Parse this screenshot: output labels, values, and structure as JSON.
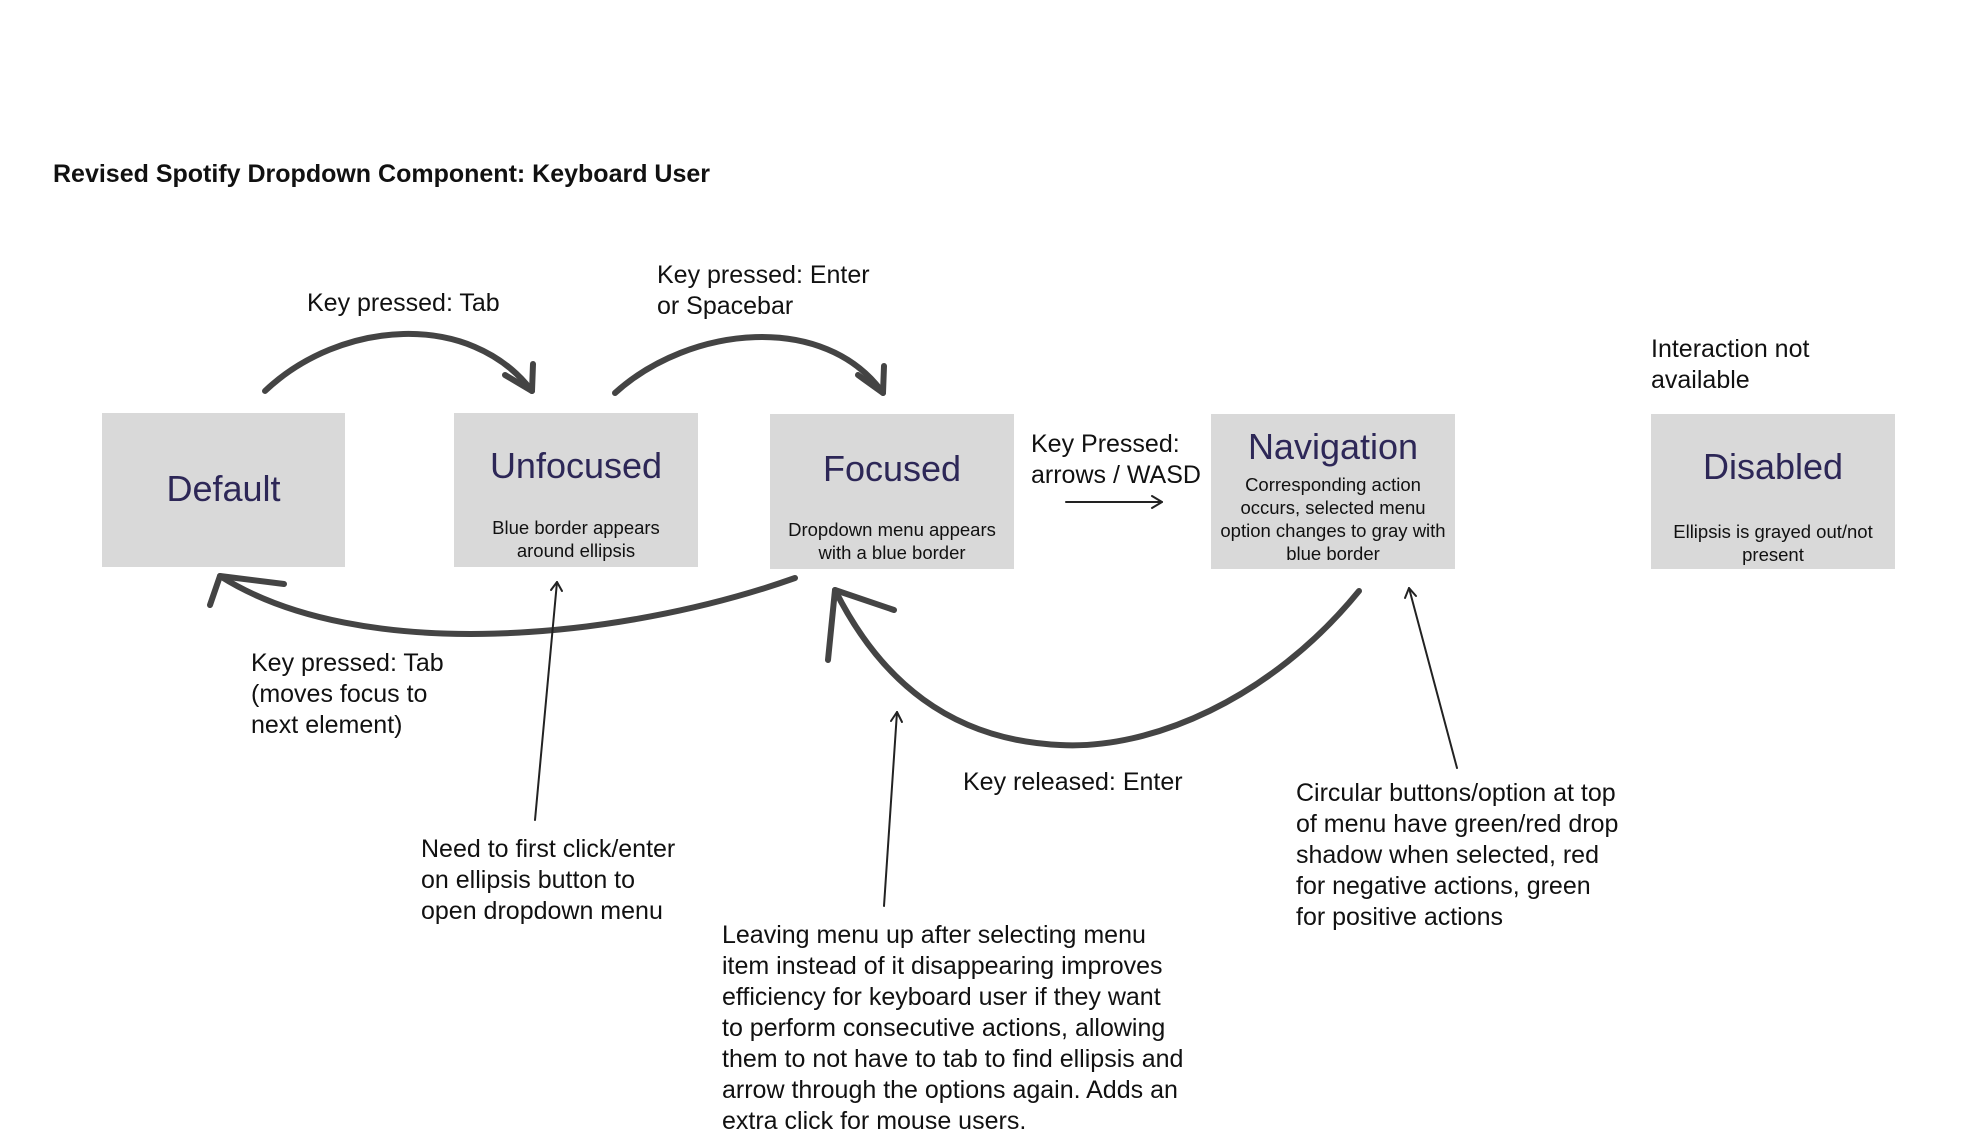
{
  "title": "Revised Spotify Dropdown Component: Keyboard User",
  "states": {
    "default": {
      "name": "Default"
    },
    "unfocused": {
      "name": "Unfocused",
      "desc": "Blue border appears\naround ellipsis"
    },
    "focused": {
      "name": "Focused",
      "desc": "Dropdown menu appears\nwith a blue border"
    },
    "navigation": {
      "name": "Navigation",
      "desc": "Corresponding action\noccurs, selected menu\noption changes to gray with\nblue border"
    },
    "disabled": {
      "name": "Disabled",
      "desc": "Ellipsis is grayed out/not\npresent"
    }
  },
  "transitions": {
    "tab": "Key pressed: Tab",
    "enter_space": "Key pressed: Enter\nor Spacebar",
    "arrows": "Key Pressed:\narrows / WASD",
    "tab_next": "Key pressed: Tab\n(moves focus to\nnext element)",
    "released_enter": "Key released: Enter",
    "not_available": "Interaction not\navailable"
  },
  "notes": {
    "ellipsis": "Need to first click/enter\non ellipsis button to\nopen dropdown menu",
    "leaving_menu": "Leaving menu up after selecting menu\nitem instead of it disappearing improves\nefficiency for keyboard user if they want\nto perform consecutive actions, allowing\nthem to not have to tab to find ellipsis and\narrow through the options again. Adds an\nextra click for mouse users.",
    "circular_buttons": "Circular buttons/option at top\nof menu have green/red drop\nshadow when selected, red\nfor negative actions, green\nfor positive actions"
  }
}
